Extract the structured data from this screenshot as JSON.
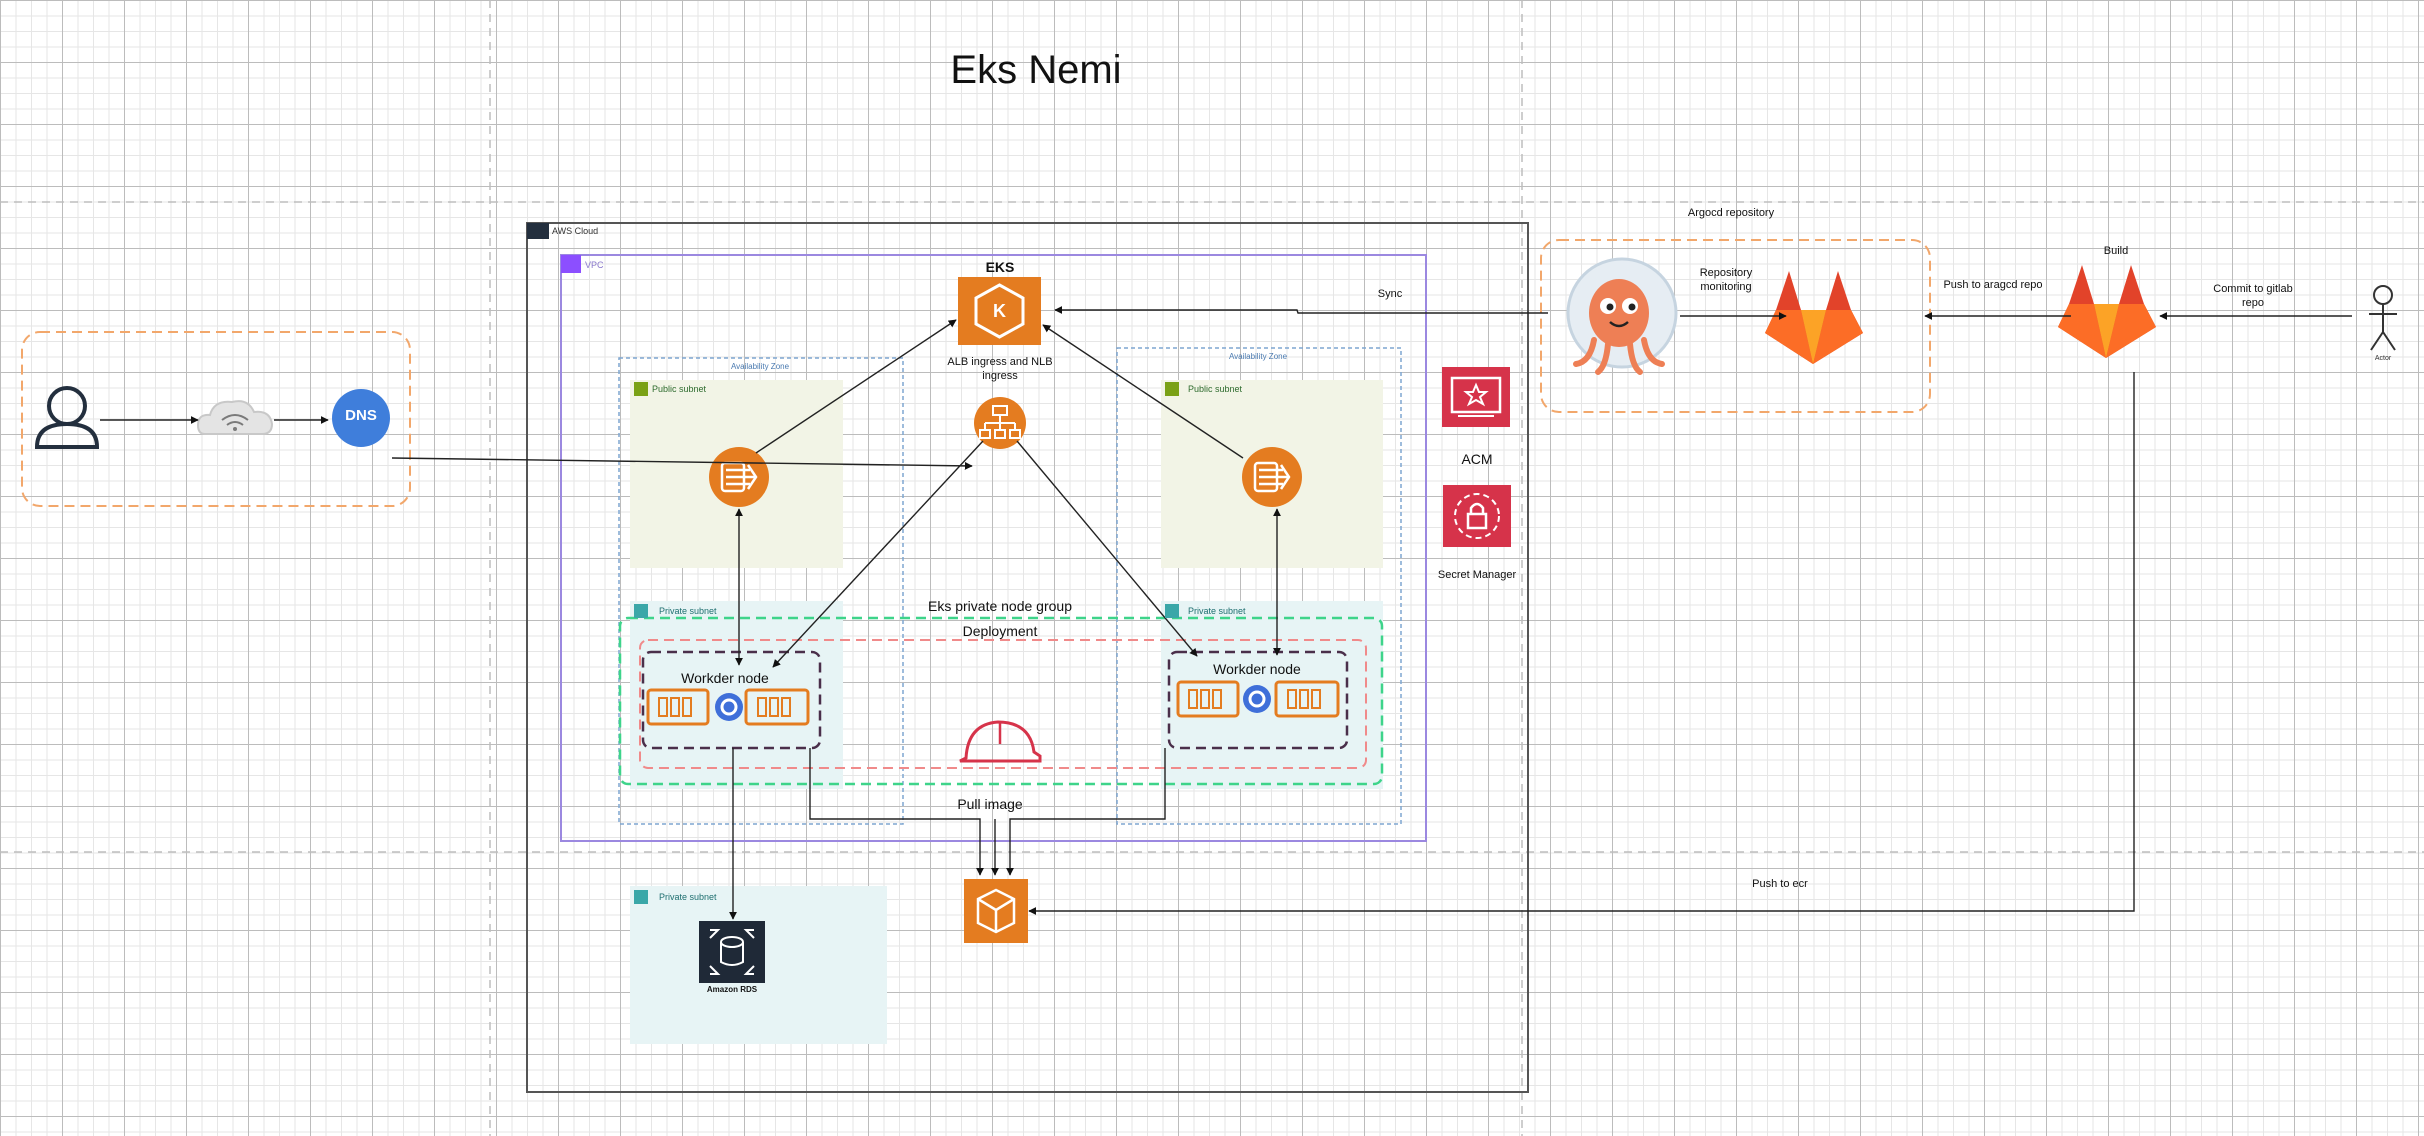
{
  "title": "Eks Nemi",
  "containers": {
    "aws_cloud": "AWS Cloud",
    "vpc": "VPC",
    "availability_zone": "Availability Zone",
    "public_subnet": "Public subnet",
    "private_subnet": "Private subnet",
    "eks_node_group": "Eks private node group",
    "deployment": "Deployment"
  },
  "nodes": {
    "eks": "EKS",
    "alb_ingress": "ALB ingress and NLB ingress",
    "worker_node": "Workder node",
    "acm": "ACM",
    "secret_manager": "Secret Manager",
    "amazon_rds": "Amazon RDS",
    "argocd_repository": "Argocd repository",
    "build": "Build",
    "actor": "Actor",
    "dns": "DNS"
  },
  "edges": {
    "sync": "Sync",
    "repository_monitoring": "Repository monitoring",
    "push_to_argocd_repo": "Push to aragcd repo",
    "commit_to_gitlab_repo": "Commit to gitlab repo",
    "pull_image": "Pull image",
    "push_to_ecr": "Push to ecr"
  },
  "icons": [
    "user-icon",
    "internet-cloud-icon",
    "dns-icon",
    "eks-icon",
    "load-balancer-icon",
    "nat-gateway-icon",
    "container-icon",
    "pod-icon",
    "helmet-icon",
    "ecr-icon",
    "rds-icon",
    "acm-icon",
    "secrets-manager-icon",
    "argocd-icon",
    "gitlab-icon",
    "actor-icon",
    "lock-icon"
  ],
  "colors": {
    "aws_orange": "#e47c20",
    "aws_red": "#d6334a",
    "gitlab": "#e2432a",
    "vpc_border": "#9b88e0",
    "public_subnet_fill": "#f2f4e6",
    "private_subnet_fill": "#e7f4f5",
    "node_group_border": "#3ed48a",
    "deployment_border": "#f08a8a",
    "az_border": "#7ea6d1",
    "dashed_orange": "#f2a76b"
  }
}
